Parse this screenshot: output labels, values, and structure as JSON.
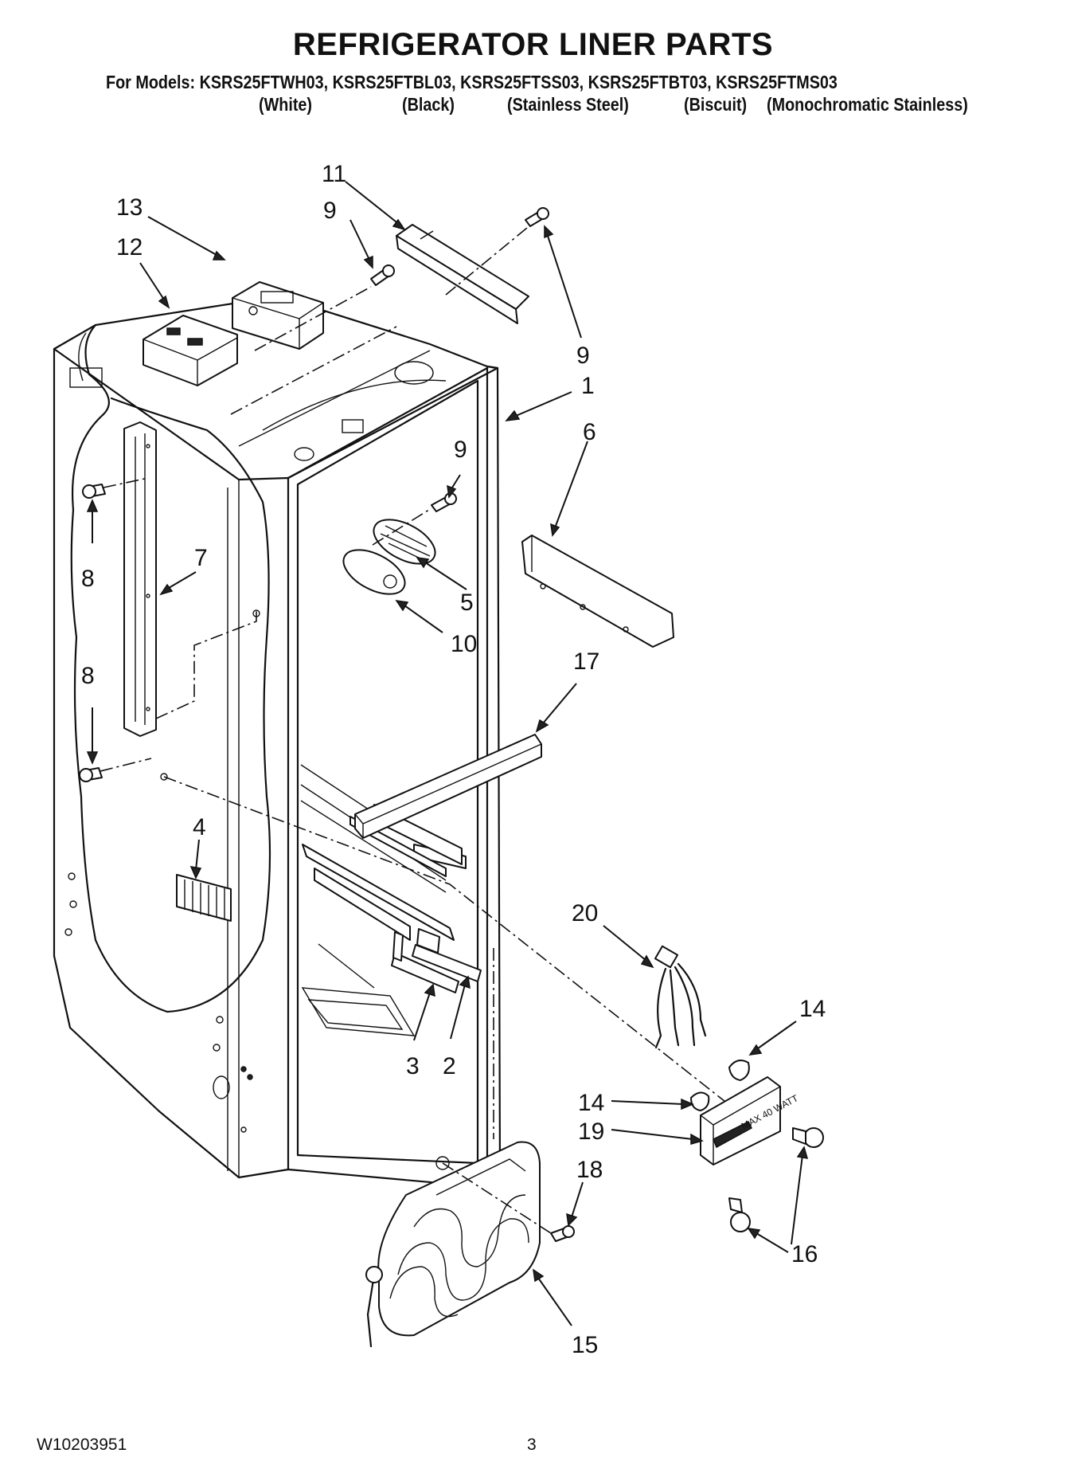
{
  "header": {
    "title": "REFRIGERATOR LINER PARTS",
    "models_line": "For Models: KSRS25FTWH03, KSRS25FTBL03, KSRS25FTSS03, KSRS25FTBT03, KSRS25FTMS03",
    "variants": [
      "(White)",
      "(Black)",
      "(Stainless Steel)",
      "(Biscuit)",
      "(Monochromatic Stainless)"
    ]
  },
  "callouts": [
    "11",
    "13",
    "9",
    "12",
    "9",
    "1",
    "9",
    "6",
    "7",
    "8",
    "5",
    "10",
    "8",
    "17",
    "4",
    "20",
    "14",
    "3",
    "2",
    "14",
    "19",
    "18",
    "16",
    "15"
  ],
  "lamp_label": "MAX 40 WATT",
  "footer": {
    "doc_number": "W10203951",
    "page_number": "3"
  }
}
